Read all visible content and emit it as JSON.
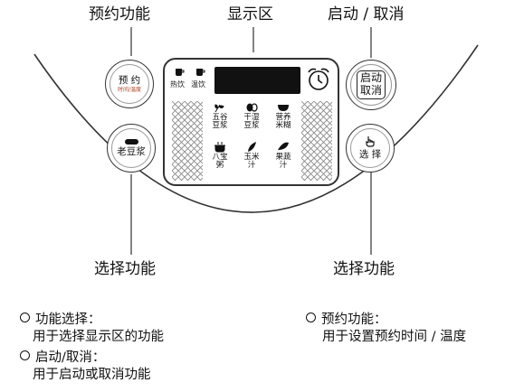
{
  "callouts": {
    "top_left": "预约功能",
    "top_center": "显示区",
    "top_right": "启动 / 取消",
    "bottom_left": "选择功能",
    "bottom_right": "选择功能"
  },
  "buttons": {
    "reservation": {
      "label": "预 约",
      "sub": "时间/温度"
    },
    "old_soymilk": {
      "label": "老豆浆"
    },
    "start_cancel": {
      "line1": "启动",
      "line2": "取消"
    },
    "select": {
      "label": "选 择"
    }
  },
  "display": {
    "top_modes": [
      "热饮",
      "温饮"
    ],
    "functions": [
      {
        "line1": "五谷",
        "line2": "豆浆",
        "icon": "grain-icon"
      },
      {
        "line1": "干湿",
        "line2": "豆浆",
        "icon": "bean-icon"
      },
      {
        "line1": "营养",
        "line2": "米糊",
        "icon": "bowl-icon"
      },
      {
        "line1": "八宝",
        "line2": "粥",
        "icon": "pot-icon"
      },
      {
        "line1": "玉米",
        "line2": "汁",
        "icon": "corn-icon"
      },
      {
        "line1": "果蔬",
        "line2": "汁",
        "icon": "fruit-icon"
      }
    ]
  },
  "notes": {
    "left": [
      {
        "title": "功能选择：",
        "desc": "用于选择显示区的功能"
      },
      {
        "title": "启动/取消：",
        "desc": "用于启动或取消功能"
      }
    ],
    "right": {
      "title": "预约功能：",
      "desc": "用于设置预约时间 / 温度"
    }
  }
}
